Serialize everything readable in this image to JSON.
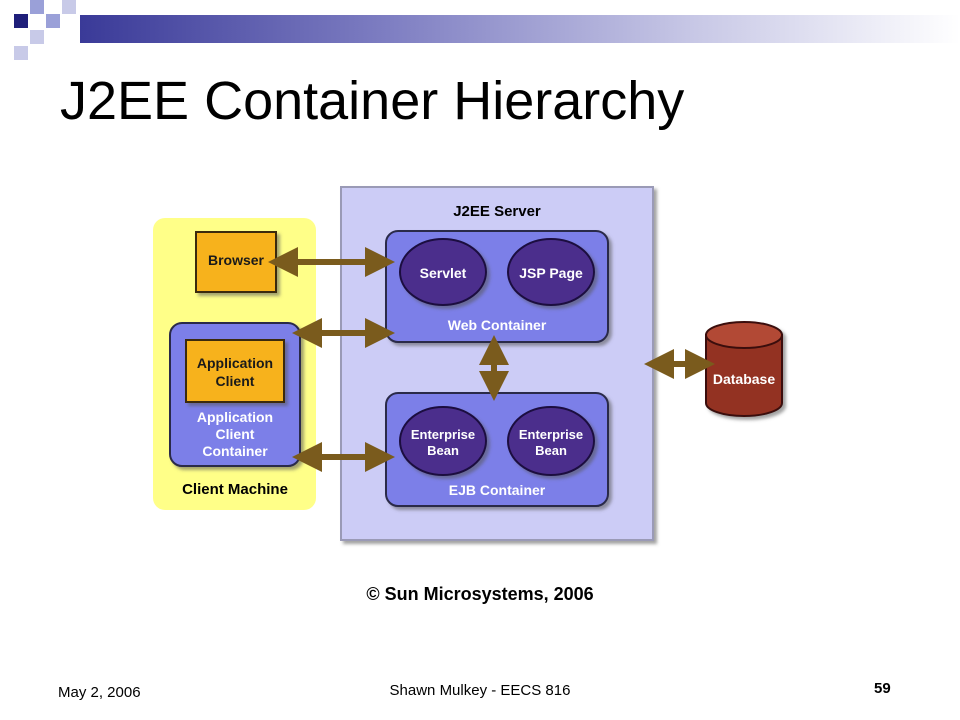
{
  "slide": {
    "title": "J2EE Container Hierarchy",
    "copyright": "© Sun Microsystems, 2006",
    "footer_date": "May 2, 2006",
    "footer_center": "Shawn Mulkey - EECS 816",
    "page_number": "59"
  },
  "diagram": {
    "server_label": "J2EE Server",
    "client_machine_label": "Client Machine",
    "browser": "Browser",
    "app_client_line1": "Application",
    "app_client_line2": "Client",
    "app_container_line1": "Application",
    "app_container_line2": "Client",
    "app_container_line3": "Container",
    "web_container": "Web Container",
    "servlet": "Servlet",
    "jsp_page": "JSP Page",
    "ejb_container": "EJB Container",
    "bean1_line1": "Enterprise",
    "bean1_line2": "Bean",
    "bean2_line1": "Enterprise",
    "bean2_line2": "Bean",
    "database": "Database"
  },
  "colors": {
    "client_area": "#ffff88",
    "server_area": "#ccccf6",
    "container": "#7b7fe8",
    "component": "#4b2d8c",
    "orange_box": "#f7b21a",
    "arrow": "#7a5b1d",
    "database": "#933222"
  }
}
